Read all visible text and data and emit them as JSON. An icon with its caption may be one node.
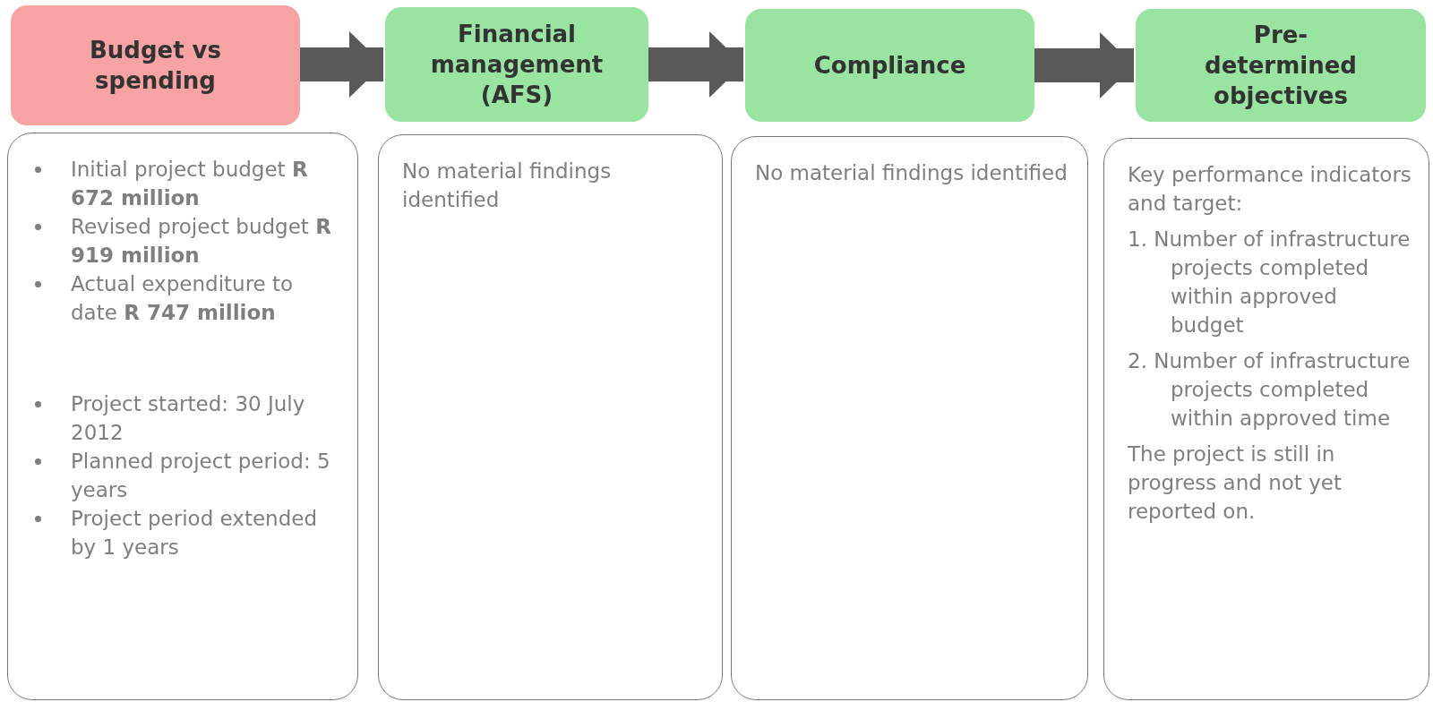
{
  "diagram": {
    "nodes": [
      {
        "text": [
          "Budget vs spending"
        ]
      },
      {
        "text": [
          "Financial management (AFS)"
        ]
      },
      {
        "text": [
          "Compliance"
        ]
      },
      {
        "text": [
          "Pre-determined objectives"
        ]
      },
      {
        "text": [
          "Initial project budget **R 672 million**",
          "Revised project budget **R 919 million**",
          "Actual expenditure to date **R 747 million**",
          "Project started: 30 July 2012",
          "Planned project period: 5 years",
          "Project period extended by 1 years"
        ]
      },
      {
        "text": [
          "No material findings identified"
        ]
      },
      {
        "text": [
          "No material findings identified"
        ]
      },
      {
        "text": [
          "Key performance indicators and target:",
          "1. Number of infrastructure projects completed within approved budget",
          "2. Number of infrastructure projects completed within approved time",
          "The project is still in progress and not yet reported on."
        ]
      }
    ],
    "edges": [
      {
        "from": 0,
        "to": 1,
        "arrow": "to"
      },
      {
        "from": 1,
        "to": 2,
        "arrow": "to"
      },
      {
        "from": 2,
        "to": 3,
        "arrow": "to"
      }
    ]
  }
}
